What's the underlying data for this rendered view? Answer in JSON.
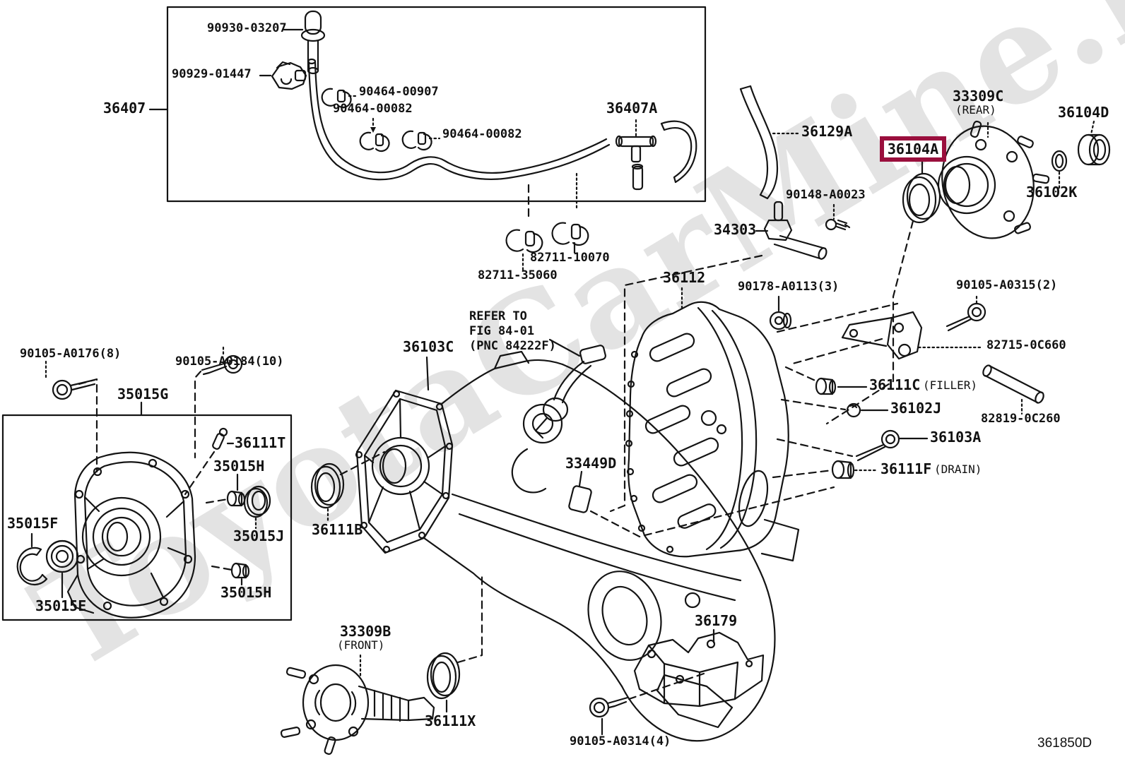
{
  "watermark": "ToyotaCarMine.ru",
  "diagram_code": "361850D",
  "highlight": {
    "part": "36104A",
    "color": "#9A0F3D"
  },
  "labels": {
    "p90930_03207": "90930-03207",
    "p90929_01447": "90929-01447",
    "p36407": "36407",
    "p90464_00907": "90464-00907",
    "p90464_00082a": "90464-00082",
    "p90464_00082b": "90464-00082",
    "p36407A": "36407A",
    "p36129A": "36129A",
    "p33309C": "33309C",
    "p33309C_sub": "(REAR)",
    "p36104D": "36104D",
    "p36104A": "36104A",
    "p36102K": "36102K",
    "p90148_A0023": "90148-A0023",
    "p34303": "34303",
    "p82711_10070": "82711-10070",
    "p82711_35060": "82711-35060",
    "p36112": "36112",
    "p90178_A0113": "90178-A0113(3)",
    "p90105_A0315": "90105-A0315(2)",
    "p82715_0C660": "82715-0C660",
    "refer_line1": "REFER TO",
    "refer_line2": "FIG 84-01",
    "refer_line3": "(PNC 84222F)",
    "p36103C": "36103C",
    "p36111C": "36111C",
    "p36111C_sub": "(FILLER)",
    "p36102J": "36102J",
    "p82819_0C260": "82819-0C260",
    "p36103A": "36103A",
    "p36111F": "36111F",
    "p36111F_sub": "(DRAIN)",
    "p90105_A0176": "90105-A0176(8)",
    "p90105_A0184": "90105-A0184(10)",
    "p35015G": "35015G",
    "p36111T": "36111T",
    "p35015H_upper": "35015H",
    "p35015J": "35015J",
    "p35015F": "35015F",
    "p35015E": "35015E",
    "p35015H_lower": "35015H",
    "p36111B": "36111B",
    "p33449D": "33449D",
    "p33309B": "33309B",
    "p33309B_sub": "(FRONT)",
    "p36111X": "36111X",
    "p36179": "36179",
    "p90105_A0314": "90105-A0314(4)",
    "code": "361850D"
  }
}
